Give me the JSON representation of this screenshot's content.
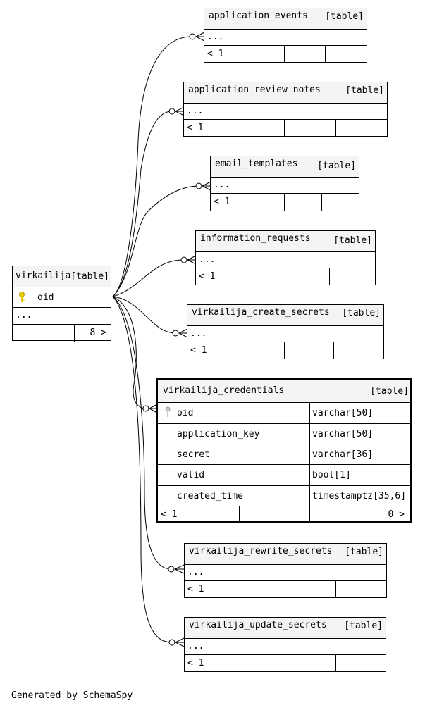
{
  "parent": {
    "name": "virkailija",
    "kind": "[table]",
    "key_column": "oid",
    "dots": "...",
    "children_count": "8 >"
  },
  "children": [
    {
      "name": "application_events",
      "kind": "[table]",
      "dots": "...",
      "parents": "< 1"
    },
    {
      "name": "application_review_notes",
      "kind": "[table]",
      "dots": "...",
      "parents": "< 1"
    },
    {
      "name": "email_templates",
      "kind": "[table]",
      "dots": "...",
      "parents": "< 1"
    },
    {
      "name": "information_requests",
      "kind": "[table]",
      "dots": "...",
      "parents": "< 1"
    },
    {
      "name": "virkailija_create_secrets",
      "kind": "[table]",
      "dots": "...",
      "parents": "< 1"
    },
    {
      "name": "virkailija_rewrite_secrets",
      "kind": "[table]",
      "dots": "...",
      "parents": "< 1"
    },
    {
      "name": "virkailija_update_secrets",
      "kind": "[table]",
      "dots": "...",
      "parents": "< 1"
    }
  ],
  "focus": {
    "name": "virkailija_credentials",
    "kind": "[table]",
    "columns": [
      {
        "name": "oid",
        "type": "varchar[50]"
      },
      {
        "name": "application_key",
        "type": "varchar[50]"
      },
      {
        "name": "secret",
        "type": "varchar[36]"
      },
      {
        "name": "valid",
        "type": "bool[1]"
      },
      {
        "name": "created_time",
        "type": "timestamptz[35,6]"
      }
    ],
    "parents": "< 1",
    "children": "0 >"
  },
  "footer": "Generated by SchemaSpy"
}
